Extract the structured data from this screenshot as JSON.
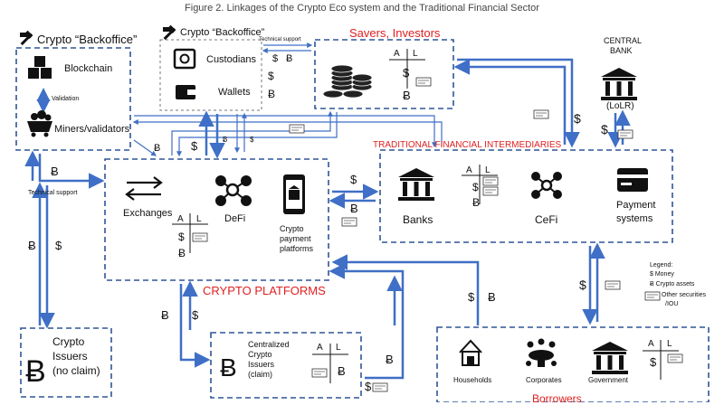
{
  "figure_title": "Figure 2. Linkages of the Crypto Eco system and the Traditional Financial Sector",
  "symbols": {
    "dollar": "$",
    "bitcoin": "Ƀ"
  },
  "colors": {
    "arrow": "#3f6fc6",
    "box_border": "#2f5597",
    "red_text": "#e02020",
    "coin": "#222222"
  },
  "backoffice_left": {
    "title": "Crypto “Backoffice”",
    "blockchain": "Blockchain",
    "validation": "Validation",
    "miners": "Miners/validators"
  },
  "backoffice_center": {
    "title": "Crypto “Backoffice”",
    "custodians": "Custodians",
    "wallets": "Wallets",
    "technical_support": "Technical support"
  },
  "savers": {
    "title": "Savers, Investors",
    "ledger_a": "A",
    "ledger_l": "L"
  },
  "central_bank": {
    "line1": "CENTRAL",
    "line2": "BANK",
    "lolr": "(LoLR)"
  },
  "tfi": {
    "title": "TRADITIONAL FINANCIAL INTERMEDIARIES",
    "banks": "Banks",
    "cefi": "CeFi",
    "payment_line1": "Payment",
    "payment_line2": "systems",
    "ledger_a": "A",
    "ledger_l": "L"
  },
  "platforms": {
    "title": "CRYPTO PLATFORMS",
    "exchanges": "Exchanges",
    "defi": "DeFi",
    "crypto_payment": [
      "Crypto",
      "payment",
      "platforms"
    ],
    "ledger_a": "A",
    "ledger_l": "L"
  },
  "technical_support_left": "Technical support",
  "crypto_issuers": {
    "line1": "Crypto",
    "line2": "Issuers",
    "line3": "(no claim)"
  },
  "centralized_issuers": {
    "lines": [
      "Centralized",
      "Crypto",
      "Issuers",
      "(claim)"
    ],
    "ledger_a": "A",
    "ledger_l": "L"
  },
  "borrowers": {
    "title": "Borrowers",
    "households": "Households",
    "corporates": "Corporates",
    "government": "Government",
    "ledger_a": "A",
    "ledger_l": "L"
  },
  "legend": {
    "title": "Legend:",
    "money": "$  Money",
    "crypto": "Ƀ  Crypto assets",
    "other1": "Other securities",
    "other2": "/IOU"
  }
}
